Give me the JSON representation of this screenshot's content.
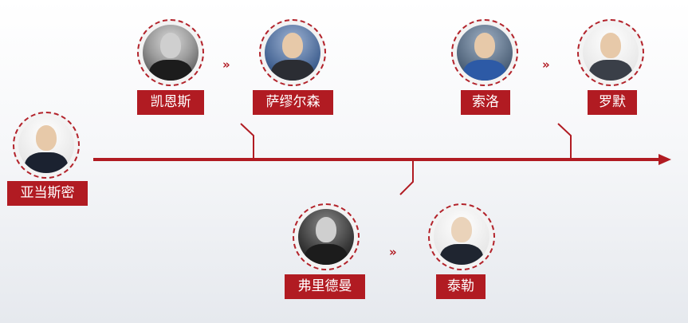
{
  "people": {
    "smith": "亚当斯密",
    "keynes": "凯恩斯",
    "samuelson": "萨缪尔森",
    "solow": "索洛",
    "romer": "罗默",
    "friedman": "弗里德曼",
    "thaler": "泰勒"
  },
  "arrow_glyph": "»",
  "colors": {
    "accent": "#b11b22",
    "timeline": "#b11b22"
  }
}
